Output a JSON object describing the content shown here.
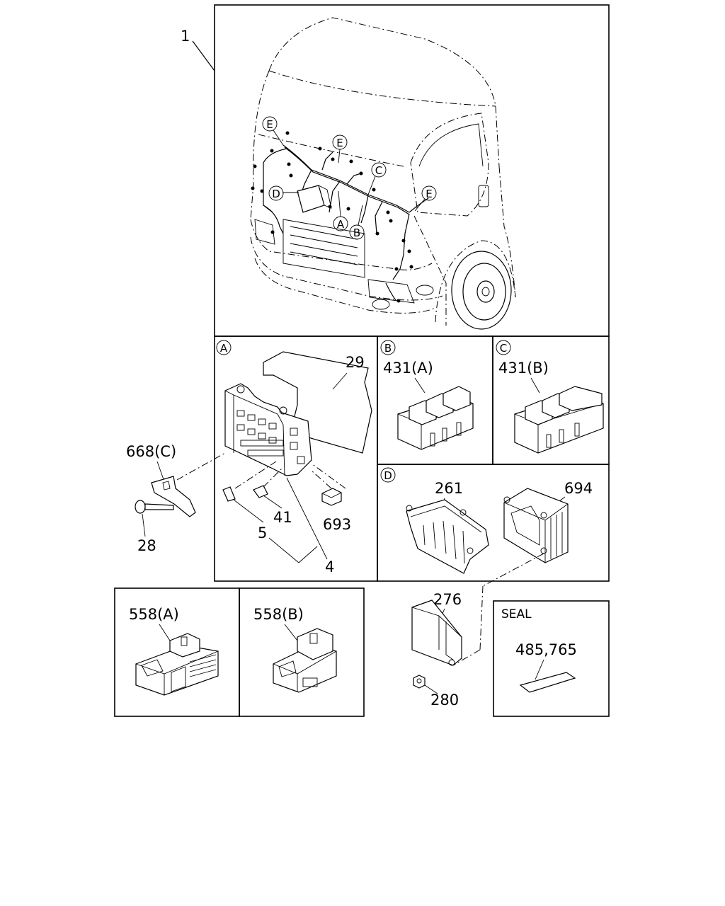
{
  "labels": {
    "main_harness": "1",
    "fuse_cover": "29",
    "fuse_clip": "668(C)",
    "bolt": "28",
    "fuse_small": "5",
    "fuse_mini": "41",
    "relay": "693",
    "fuse_box": "4",
    "relay_431a": "431(A)",
    "relay_431b": "431(B)",
    "ecu_cover": "261",
    "ecu": "694",
    "connector_558a": "558(A)",
    "connector_558b": "558(B)",
    "bracket": "276",
    "nut": "280",
    "seal_title": "SEAL",
    "seal_parts": "485,765"
  },
  "callouts": {
    "a": "A",
    "b": "B",
    "c": "C",
    "d": "D",
    "e": "E"
  }
}
